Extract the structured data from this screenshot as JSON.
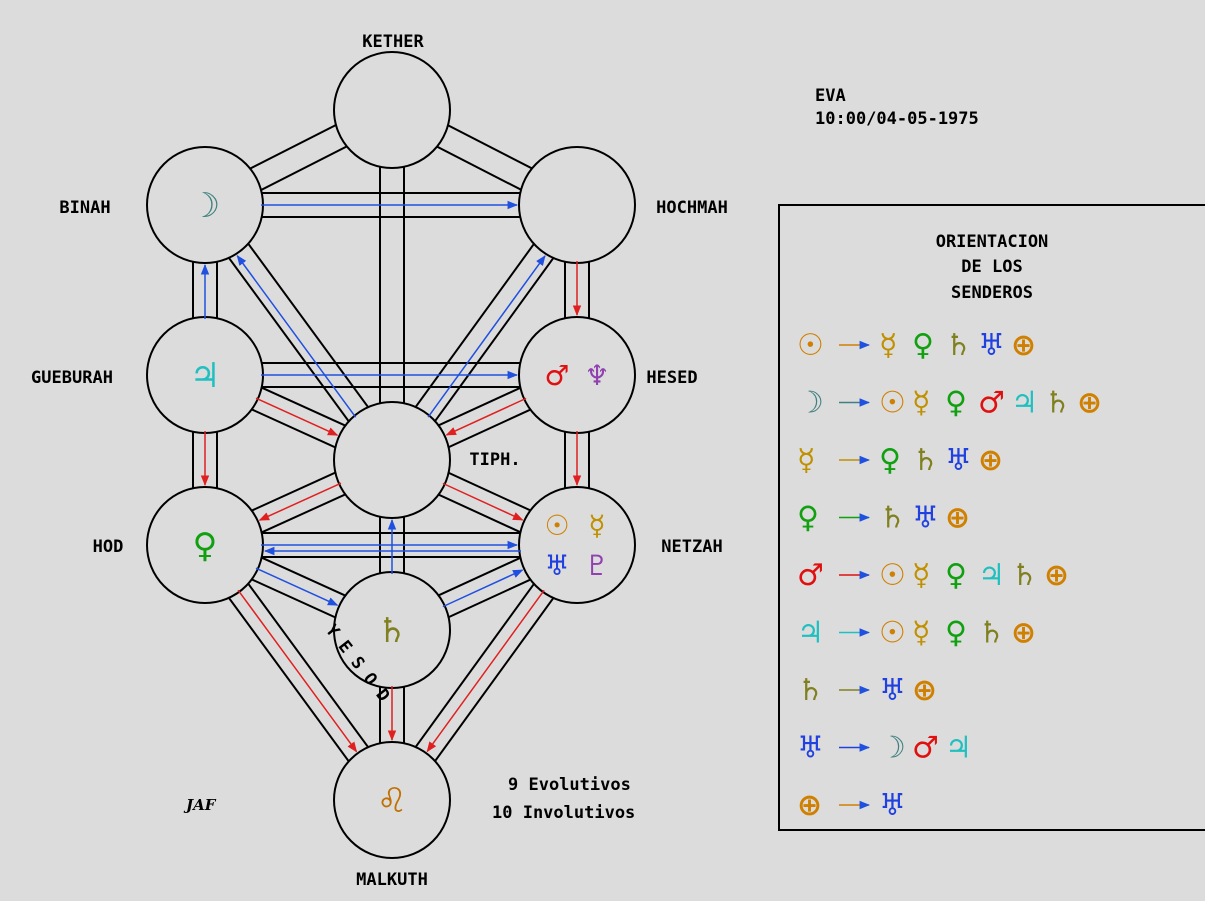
{
  "subject": {
    "name": "EVA",
    "datetime": "10:00/04-05-1975"
  },
  "colors": {
    "background": "#dcdcdc",
    "evolutive": "#2050e0",
    "involutive": "#e02020",
    "sun": "#d08000",
    "moon": "#408080",
    "mercury": "#c09000",
    "venus": "#10a010",
    "mars": "#e01010",
    "jupiter": "#20c0c0",
    "saturn": "#808020",
    "uranus": "#2040e0",
    "neptune": "#9040b0",
    "earth": "#d08000",
    "pluto": "#9040b0",
    "leo": "#c07000"
  },
  "sephiroth": [
    {
      "id": "kether",
      "label": "KETHER",
      "planets": []
    },
    {
      "id": "binah",
      "label": "BINAH",
      "planets": [
        "moon"
      ]
    },
    {
      "id": "hochmah",
      "label": "HOCHMAH",
      "planets": []
    },
    {
      "id": "gueburah",
      "label": "GUEBURAH",
      "planets": [
        "jupiter"
      ]
    },
    {
      "id": "hesed",
      "label": "HESED",
      "planets": [
        "mars",
        "neptune"
      ]
    },
    {
      "id": "tiphareth",
      "label": "TIPH.",
      "planets": []
    },
    {
      "id": "hod",
      "label": "HOD",
      "planets": [
        "venus"
      ]
    },
    {
      "id": "netzah",
      "label": "NETZAH",
      "planets": [
        "sun",
        "mercury",
        "uranus",
        "pluto"
      ]
    },
    {
      "id": "yesod",
      "label": "Y E S O D",
      "planets": [
        "saturn"
      ]
    },
    {
      "id": "malkuth",
      "label": "MALKUTH",
      "planets": [
        "leo"
      ]
    }
  ],
  "counts": {
    "evolutive": "9 Evolutivos",
    "involutive": "10 Involutivos"
  },
  "signature": "JAF",
  "legend": {
    "title_lines": [
      "ORIENTACION",
      "DE LOS",
      "SENDEROS"
    ],
    "rows": [
      {
        "from": "sun",
        "to": [
          "mercury",
          "venus",
          "saturn",
          "uranus",
          "earth"
        ]
      },
      {
        "from": "moon",
        "to": [
          "sun",
          "mercury",
          "venus",
          "mars",
          "jupiter",
          "saturn",
          "earth"
        ]
      },
      {
        "from": "mercury",
        "to": [
          "venus",
          "saturn",
          "uranus",
          "earth"
        ]
      },
      {
        "from": "venus",
        "to": [
          "saturn",
          "uranus",
          "earth"
        ]
      },
      {
        "from": "mars",
        "to": [
          "sun",
          "mercury",
          "venus",
          "jupiter",
          "saturn",
          "earth"
        ]
      },
      {
        "from": "jupiter",
        "to": [
          "sun",
          "mercury",
          "venus",
          "saturn",
          "earth"
        ]
      },
      {
        "from": "saturn",
        "to": [
          "uranus",
          "earth"
        ]
      },
      {
        "from": "uranus",
        "to": [
          "moon",
          "mars",
          "jupiter"
        ]
      },
      {
        "from": "earth",
        "to": [
          "uranus"
        ]
      }
    ]
  }
}
